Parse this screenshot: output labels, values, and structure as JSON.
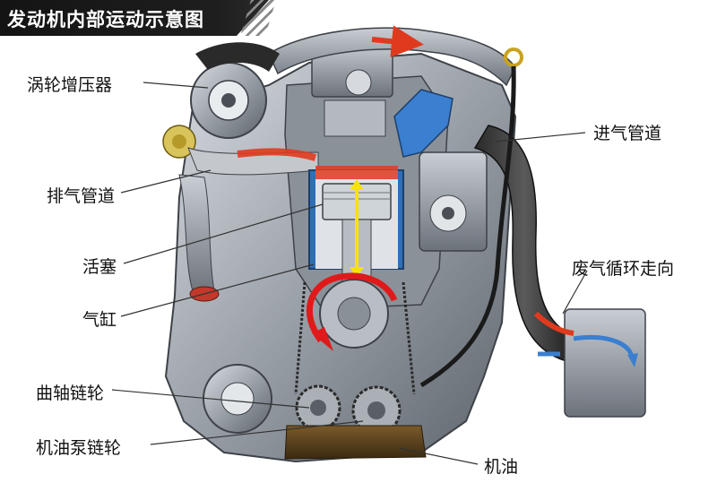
{
  "title": "发动机内部运动示意图",
  "labels": {
    "turbocharger": "涡轮增压器",
    "exhaust_pipe": "排气管道",
    "piston": "活塞",
    "cylinder": "气缸",
    "crank_sprocket": "曲轴链轮",
    "oil_pump_sprocket": "机油泵链轮",
    "intake_pipe": "进气管道",
    "egr_flow": "废气循环走向",
    "engine_oil": "机油"
  },
  "colors": {
    "title_bg": "#1a1a1a",
    "exhaust_flow": "#e03a1e",
    "intake_flow": "#3a7fd0",
    "piston_motion": "#f5e400",
    "crank_rotation": "#e01a1a"
  }
}
